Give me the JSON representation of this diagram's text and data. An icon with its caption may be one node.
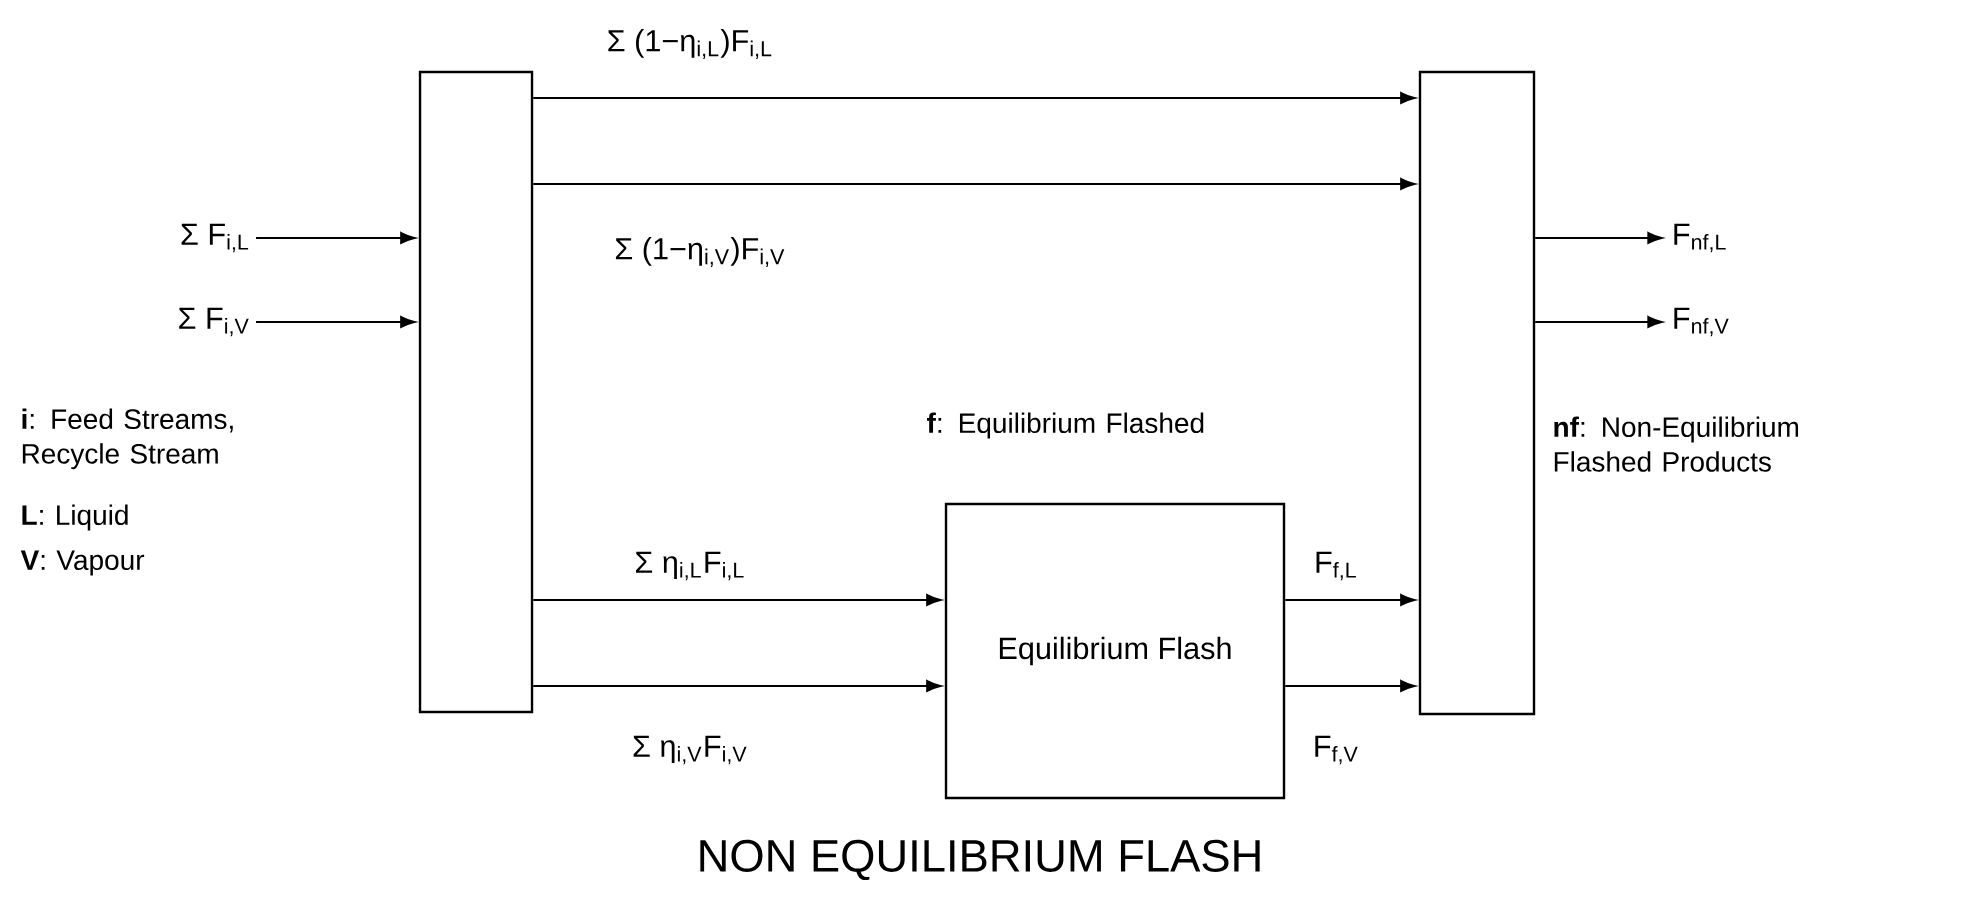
{
  "diagram": {
    "caption": "NON EQUILIBRIUM FLASH",
    "nodes": [
      {
        "text": [],
        "shape": "box"
      },
      {
        "text": [
          "Equilibrium Flash"
        ]
      },
      {
        "text": [],
        "shape": "box"
      },
      {
        "text": [
          "Σ F$_{i,L}$"
        ]
      },
      {
        "text": [
          "Σ F$_{i,V}$"
        ]
      },
      {
        "text": [
          "F$_{nf,L}$"
        ]
      },
      {
        "text": [
          "F$_{nf,V}$"
        ]
      }
    ],
    "edges": [
      {
        "from": 3,
        "to": 0,
        "arrow": "to"
      },
      {
        "from": 4,
        "to": 0,
        "arrow": "to"
      },
      {
        "from": 0,
        "to": 2,
        "arrow": "to",
        "label": "Σ (1−η$_{i,L}$)F$_{i,L}$"
      },
      {
        "from": 0,
        "to": 2,
        "arrow": "to",
        "label": "Σ (1−η$_{i,V}$)F$_{i,V}$"
      },
      {
        "from": 0,
        "to": 1,
        "arrow": "to",
        "label": "Σ η$_{i,L}$F$_{i,L}$"
      },
      {
        "from": 0,
        "to": 1,
        "arrow": "to",
        "label": "Σ η$_{i,V}$F$_{i,V}$"
      },
      {
        "from": 1,
        "to": 2,
        "arrow": "to",
        "label": "F$_{f,L}$"
      },
      {
        "from": 1,
        "to": 2,
        "arrow": "to",
        "label": "F$_{f,V}$"
      },
      {
        "from": 2,
        "to": 5,
        "arrow": "to"
      },
      {
        "from": 2,
        "to": 6,
        "arrow": "to"
      }
    ],
    "labels": [
      "**i**: Feed Streams, Recycle Stream",
      "**L**: Liquid",
      "**V**: Vapour",
      "**f**: Equilibrium Flashed",
      "**nf**: Non-Equilibrium Flashed Products"
    ]
  }
}
